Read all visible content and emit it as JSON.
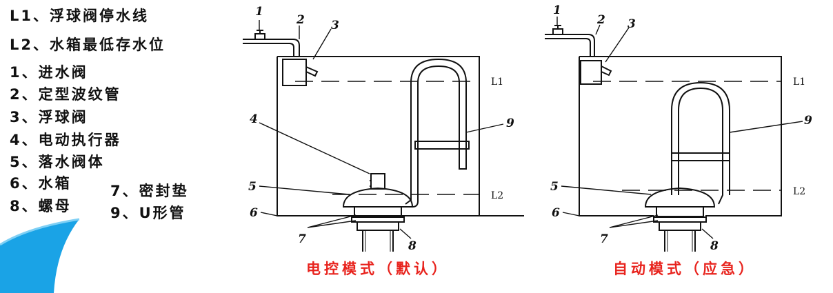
{
  "legend": {
    "l1": "L1、浮球阀停水线",
    "l2": "L2、水箱最低存水位",
    "i1": "1、进水阀",
    "i2": "2、定型波纹管",
    "i3": "3、浮球阀",
    "i4": "4、电动执行器",
    "i5": "5、落水阀体",
    "i6": "6、水箱",
    "i7": "7、密封垫",
    "i8": "8、螺母",
    "i9": "9、U形管"
  },
  "diagram_labels": {
    "n1": "1",
    "n2": "2",
    "n3": "3",
    "n4": "4",
    "n5": "5",
    "n6": "6",
    "n7": "7",
    "n8": "8",
    "n9": "9",
    "l1": "L1",
    "l2": "L2"
  },
  "captions": {
    "left": "电控模式（默认）",
    "right": "自动模式（应急）"
  },
  "colors": {
    "caption": "#e8231d",
    "accent_swoosh": "#1aa3e6",
    "line": "#111111"
  }
}
